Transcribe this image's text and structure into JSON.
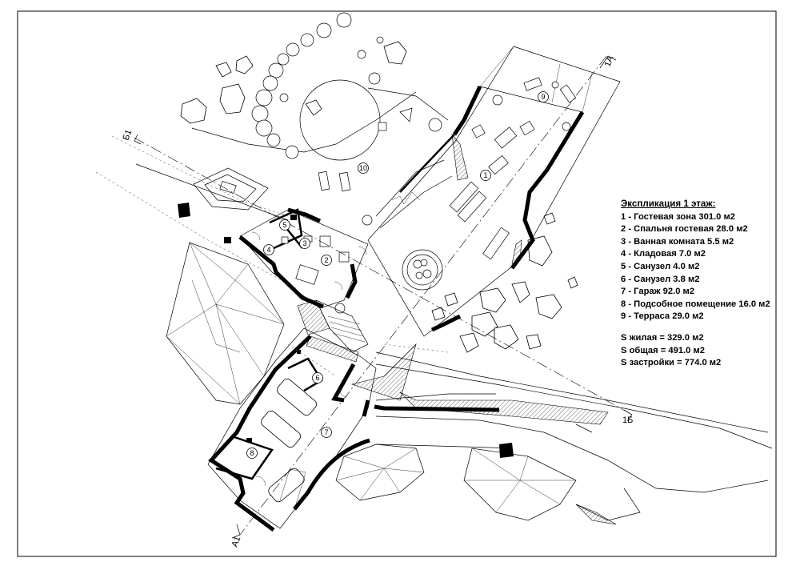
{
  "legend": {
    "title": "Экспликация 1 этаж:",
    "rooms": [
      "1 - Гостевая зона 301.0 м2",
      "2 - Спальня гостевая 28.0 м2",
      "3 - Ванная комната 5.5 м2",
      "4 - Кладовая 7.0 м2",
      "5 - Санузел 4.0 м2",
      "6 - Санузел 3.8 м2",
      "7 - Гараж 92.0 м2",
      "8 - Подсобное помещение 16.0 м2",
      "9 - Терраса 29.0 м2"
    ],
    "areas": [
      "S жилая = 329.0 м2",
      "S общая = 491.0 м2",
      "S застройки = 774.0 м2"
    ]
  },
  "room_markers": [
    "1",
    "2",
    "3",
    "4",
    "5",
    "6",
    "7",
    "8",
    "9",
    "10"
  ],
  "section_labels": {
    "a_top": "1А",
    "a_bottom": "А1",
    "b_left": "Б1",
    "b_right": "1Б"
  }
}
